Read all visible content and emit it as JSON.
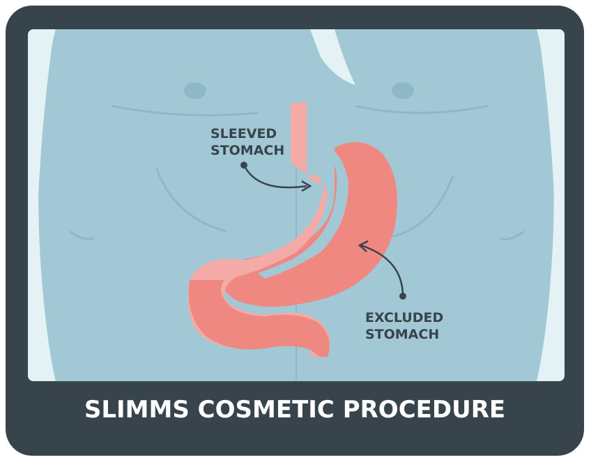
{
  "labels": {
    "sleeved": {
      "line1": "SLEEVED",
      "line2": "STOMACH"
    },
    "excluded": {
      "line1": "EXCLUDED",
      "line2": "STOMACH"
    }
  },
  "caption": "SLIMMS COSMETIC PROCEDURE",
  "colors": {
    "frame": "#37444c",
    "skin": "#a3c8d5",
    "background": "#e4f1f5",
    "stomach": "#ee8880",
    "sleeve": "#f4aaa6",
    "text_dark": "#37444c",
    "text_light": "#ffffff"
  }
}
